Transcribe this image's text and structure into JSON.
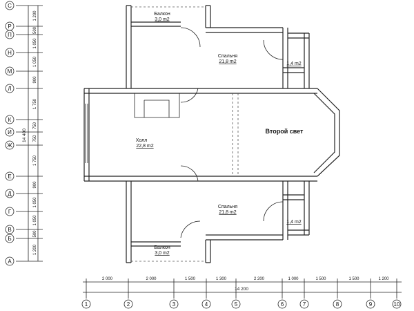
{
  "rooms": {
    "balcony_top": {
      "name": "Балкон",
      "area": "3,0 m2"
    },
    "bedroom_top": {
      "name": "Спальня",
      "area": "21,8 m2"
    },
    "bath_top": {
      "area": "1,4 m2"
    },
    "hall": {
      "name": "Холл",
      "area": "22,8 m2"
    },
    "second_light": {
      "name": "Второй свет"
    },
    "bedroom_bottom": {
      "name": "Спальня",
      "area": "21,8 m2"
    },
    "bath_bottom": {
      "area": "1,4 m2"
    },
    "balcony_bottom": {
      "name": "Балкон",
      "area": "3,0 m2"
    }
  },
  "vertical_axes": {
    "labels": [
      "С",
      "Р",
      "П",
      "Н",
      "М",
      "Л",
      "К",
      "И",
      "Ж",
      "Е",
      "Д",
      "Г",
      "В",
      "Б",
      "А"
    ],
    "dimensions": [
      "1 200",
      "500",
      "1 050",
      "1 050",
      "900",
      "1 750",
      "750",
      "750",
      "1 750",
      "900",
      "1 050",
      "1 050",
      "500",
      "1 200"
    ],
    "total": "14 400"
  },
  "horizontal_axes": {
    "labels": [
      "1",
      "2",
      "3",
      "4",
      "5",
      "6",
      "7",
      "8",
      "9",
      "10"
    ],
    "dimensions": [
      "2 000",
      "2 000",
      "1 500",
      "1 300",
      "2 200",
      "1 000",
      "1 500",
      "1 500",
      "1 200"
    ],
    "total": "14 200"
  }
}
